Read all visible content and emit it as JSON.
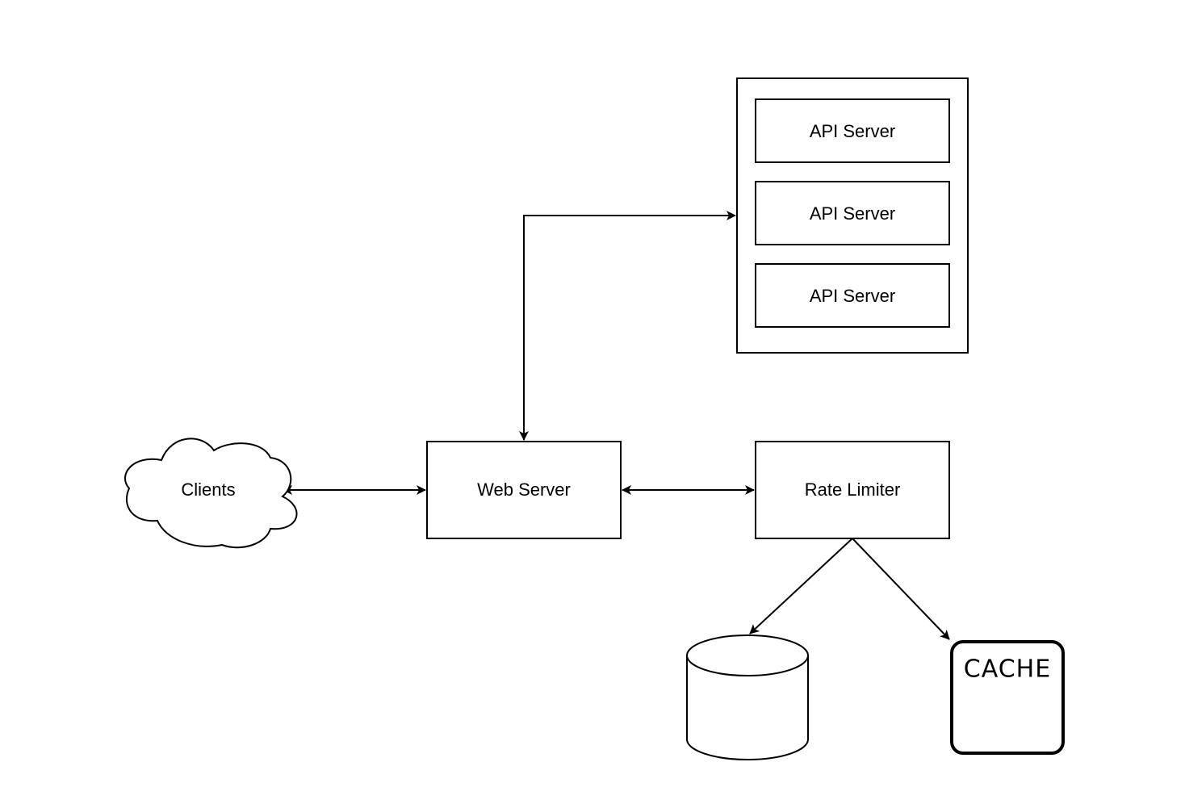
{
  "diagram": {
    "nodes": {
      "clients": {
        "label": "Clients",
        "shape": "cloud"
      },
      "web_server": {
        "label": "Web Server",
        "shape": "rectangle"
      },
      "rate_limiter": {
        "label": "Rate Limiter",
        "shape": "rectangle"
      },
      "api_cluster": {
        "shape": "container",
        "servers": [
          {
            "label": "API Server"
          },
          {
            "label": "API Server"
          },
          {
            "label": "API Server"
          }
        ]
      },
      "database": {
        "label": "",
        "shape": "cylinder"
      },
      "cache": {
        "label": "CACHE",
        "shape": "rounded-rectangle"
      }
    },
    "edges": [
      {
        "from": "clients",
        "to": "web_server",
        "direction": "both"
      },
      {
        "from": "web_server",
        "to": "api_cluster",
        "direction": "both"
      },
      {
        "from": "web_server",
        "to": "rate_limiter",
        "direction": "both"
      },
      {
        "from": "rate_limiter",
        "to": "database",
        "direction": "forward"
      },
      {
        "from": "rate_limiter",
        "to": "cache",
        "direction": "forward"
      }
    ],
    "colors": {
      "stroke": "#000000",
      "fill": "#ffffff",
      "background": "#ffffff"
    }
  }
}
